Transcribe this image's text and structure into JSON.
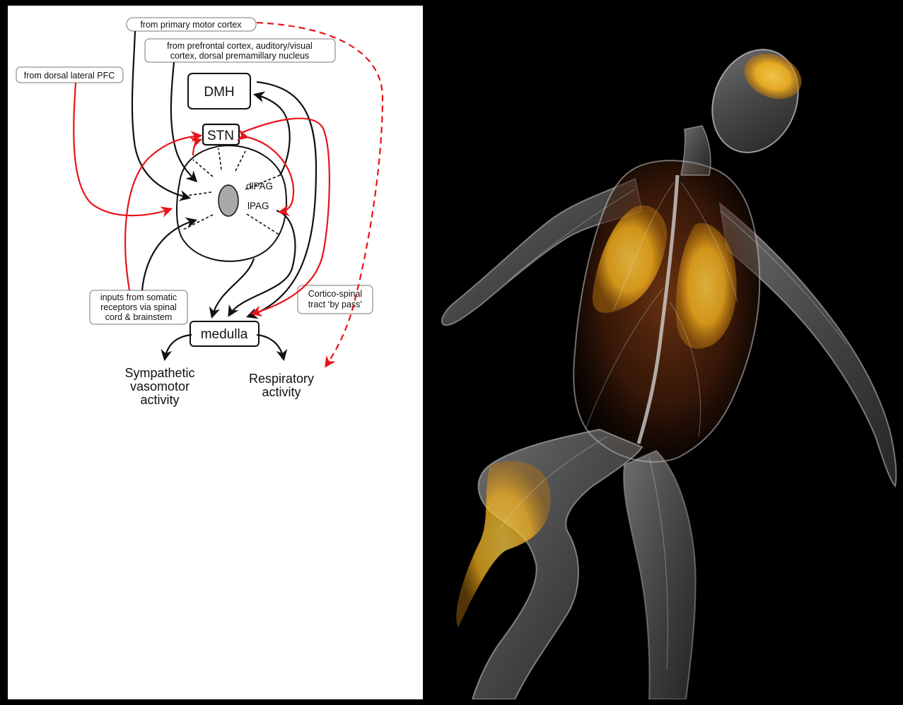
{
  "diagram": {
    "labels": {
      "primary_motor": "from primary motor cortex",
      "prefrontal_line1": "from prefrontal cortex, auditory/visual",
      "prefrontal_line2": "cortex, dorsal premamillary nucleus",
      "dorsal_pfc": "from dorsal lateral PFC",
      "somatic_line1": "inputs from somatic",
      "somatic_line2": "receptors via spinal",
      "somatic_line3": "cord & brainstem",
      "corticospinal_line1": "Cortico-spinal",
      "corticospinal_line2": "tract ‘by pass’"
    },
    "nodes": {
      "dmh": "DMH",
      "stn": "STN",
      "dlpag": "dlPAG",
      "lpag": "lPAG",
      "medulla": "medulla"
    },
    "outputs": {
      "sympathetic_line1": "Sympathetic",
      "sympathetic_line2": "vasomotor",
      "sympathetic_line3": "activity",
      "respiratory_line1": "Respiratory",
      "respiratory_line2": "activity"
    },
    "colors": {
      "red_pathway": "#e8141a",
      "black_pathway": "#111111",
      "core": "#a9a9a9"
    }
  },
  "illustration": {
    "subject": "translucent running human figure with highlighted brain, lungs and leg muscles",
    "highlight_color": "#f5b21e",
    "background": "#000000"
  }
}
